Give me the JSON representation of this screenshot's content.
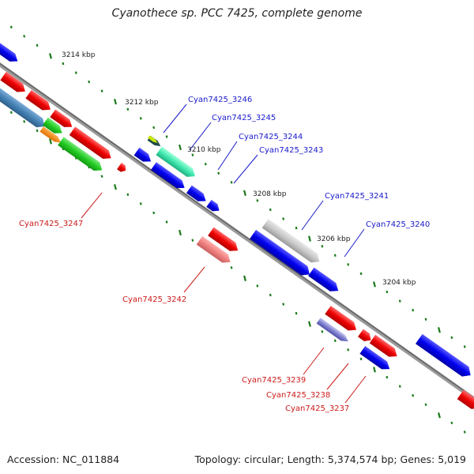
{
  "title": "Cyanothece sp. PCC 7425, complete genome",
  "footer": {
    "accession": "Accession: NC_011884",
    "summary": "Topology: circular; Length: 5,374,574 bp; Genes: 5,019"
  },
  "colors": {
    "backbone": "#808080",
    "ticks": "#1a7a1a",
    "plus_label": "#1a1acc",
    "minus_label": "#cc1a1a"
  },
  "kbp_ticks": [
    "3214 kbp",
    "3212 kbp",
    "3210 kbp",
    "3208 kbp",
    "3206 kbp",
    "3204 kbp"
  ],
  "gene_labels": [
    {
      "name": "Cyan7425_3246",
      "strand": "plus"
    },
    {
      "name": "Cyan7425_3245",
      "strand": "plus"
    },
    {
      "name": "Cyan7425_3244",
      "strand": "plus"
    },
    {
      "name": "Cyan7425_3243",
      "strand": "plus"
    },
    {
      "name": "Cyan7425_3241",
      "strand": "plus"
    },
    {
      "name": "Cyan7425_3240",
      "strand": "plus"
    },
    {
      "name": "Cyan7425_3247",
      "strand": "minus"
    },
    {
      "name": "Cyan7425_3242",
      "strand": "minus"
    },
    {
      "name": "Cyan7425_3239",
      "strand": "minus"
    },
    {
      "name": "Cyan7425_3238",
      "strand": "minus"
    },
    {
      "name": "Cyan7425_3237",
      "strand": "minus"
    }
  ]
}
